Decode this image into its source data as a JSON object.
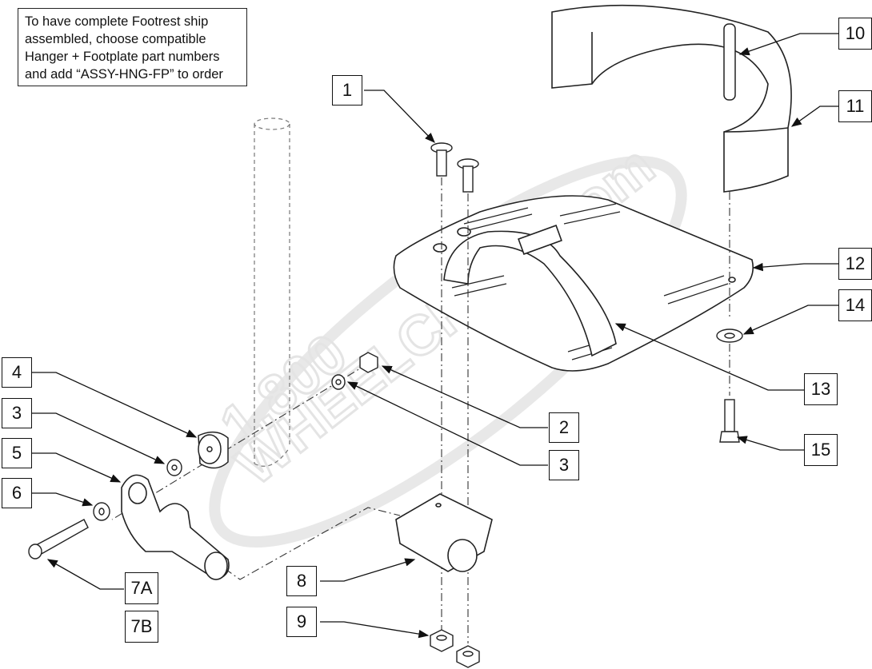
{
  "note": {
    "lines": [
      "To have complete Footrest ship",
      "assembled, choose compatible",
      "Hanger + Footplate part numbers",
      "and add “ASSY-HNG-FP” to order"
    ]
  },
  "watermark": "1.800 WHEELCHAIR.com",
  "callouts": [
    "1",
    "2",
    "3",
    "3",
    "4",
    "5",
    "6",
    "7A",
    "7B",
    "8",
    "9",
    "10",
    "11",
    "12",
    "13",
    "14",
    "15"
  ],
  "parts": [
    "screw",
    "screw",
    "footplate",
    "heel-loop",
    "strap",
    "pin",
    "washer",
    "bolt",
    "clamp",
    "nut",
    "nut",
    "spacer",
    "washer",
    "hanger-bracket",
    "washer",
    "bolt",
    "hanger-tube"
  ]
}
